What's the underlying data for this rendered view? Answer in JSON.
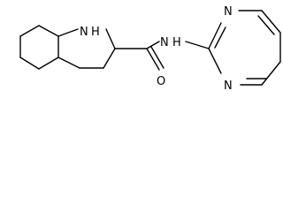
{
  "molecule": {
    "atoms": {
      "n_indoline": "N",
      "h_indoline": "H",
      "n_amide": "N",
      "h_amide": "H",
      "o_carbonyl": "O",
      "n_pyrimidine_upper": "N",
      "n_pyrimidine_lower": "N"
    }
  },
  "colors": {
    "bond": "#000000",
    "label": "#000000",
    "background": "#ffffff"
  }
}
